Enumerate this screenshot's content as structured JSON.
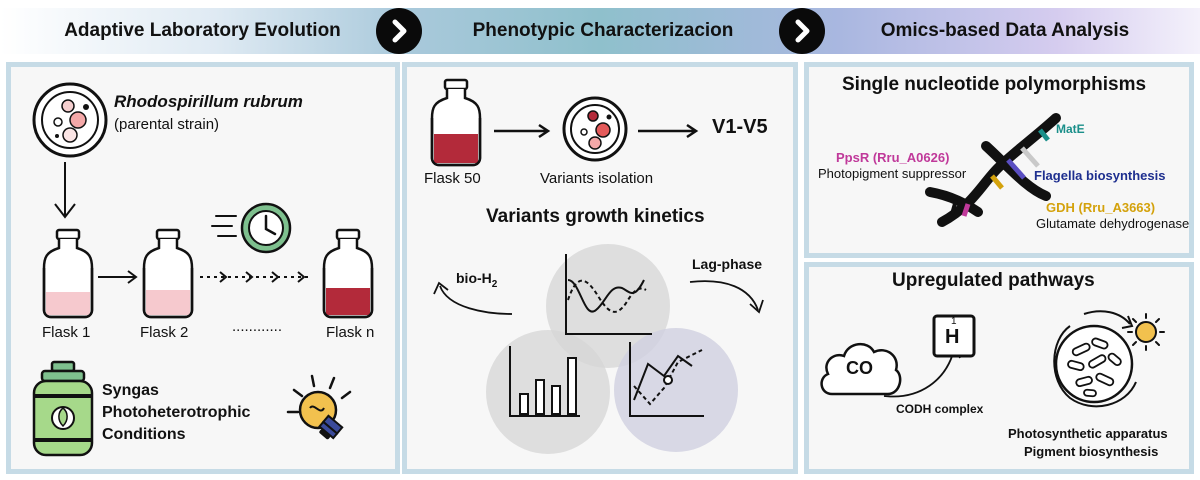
{
  "stages": {
    "s1": "Adaptive Laboratory Evolution",
    "s2": "Phenotypic Characterizacion",
    "s3": "Omics-based Data Analysis"
  },
  "ale": {
    "organism": "Rhodospirillum rubrum",
    "strain_note": "(parental strain)",
    "flasks": [
      "Flask 1",
      "Flask 2",
      "Flask n"
    ],
    "dots": "............",
    "conditions": [
      "Syngas",
      "Photoheterotrophic",
      "Conditions"
    ]
  },
  "pheno": {
    "flask": "Flask 50",
    "isolation": "Variants isolation",
    "variants": "V1-V5",
    "kinetics_title": "Variants growth kinetics",
    "bio_h2_prefix": "bio-H",
    "bio_h2_sub": "2",
    "lag": "Lag-phase"
  },
  "snp": {
    "title": "Single nucleotide polymorphisms",
    "mate": "MatE",
    "ppsr": "PpsR (Rru_A0626)",
    "ppsr_desc": "Photopigment suppressor",
    "flagella": "Flagella biosynthesis",
    "gdh": "GDH (Rru_A3663)",
    "gdh_desc": "Glutamate dehydrogenase",
    "colors": {
      "mate": "#1a8f8a",
      "ppsr": "#c0399a",
      "flagella": "#1e2f8f",
      "gdh": "#d4a20c"
    }
  },
  "up": {
    "title": "Upregulated pathways",
    "co": "CO",
    "h_number": "1",
    "h_symbol": "H",
    "codh": "CODH complex",
    "photo": "Photosynthetic apparatus",
    "pigment": "Pigment biosynthesis"
  }
}
